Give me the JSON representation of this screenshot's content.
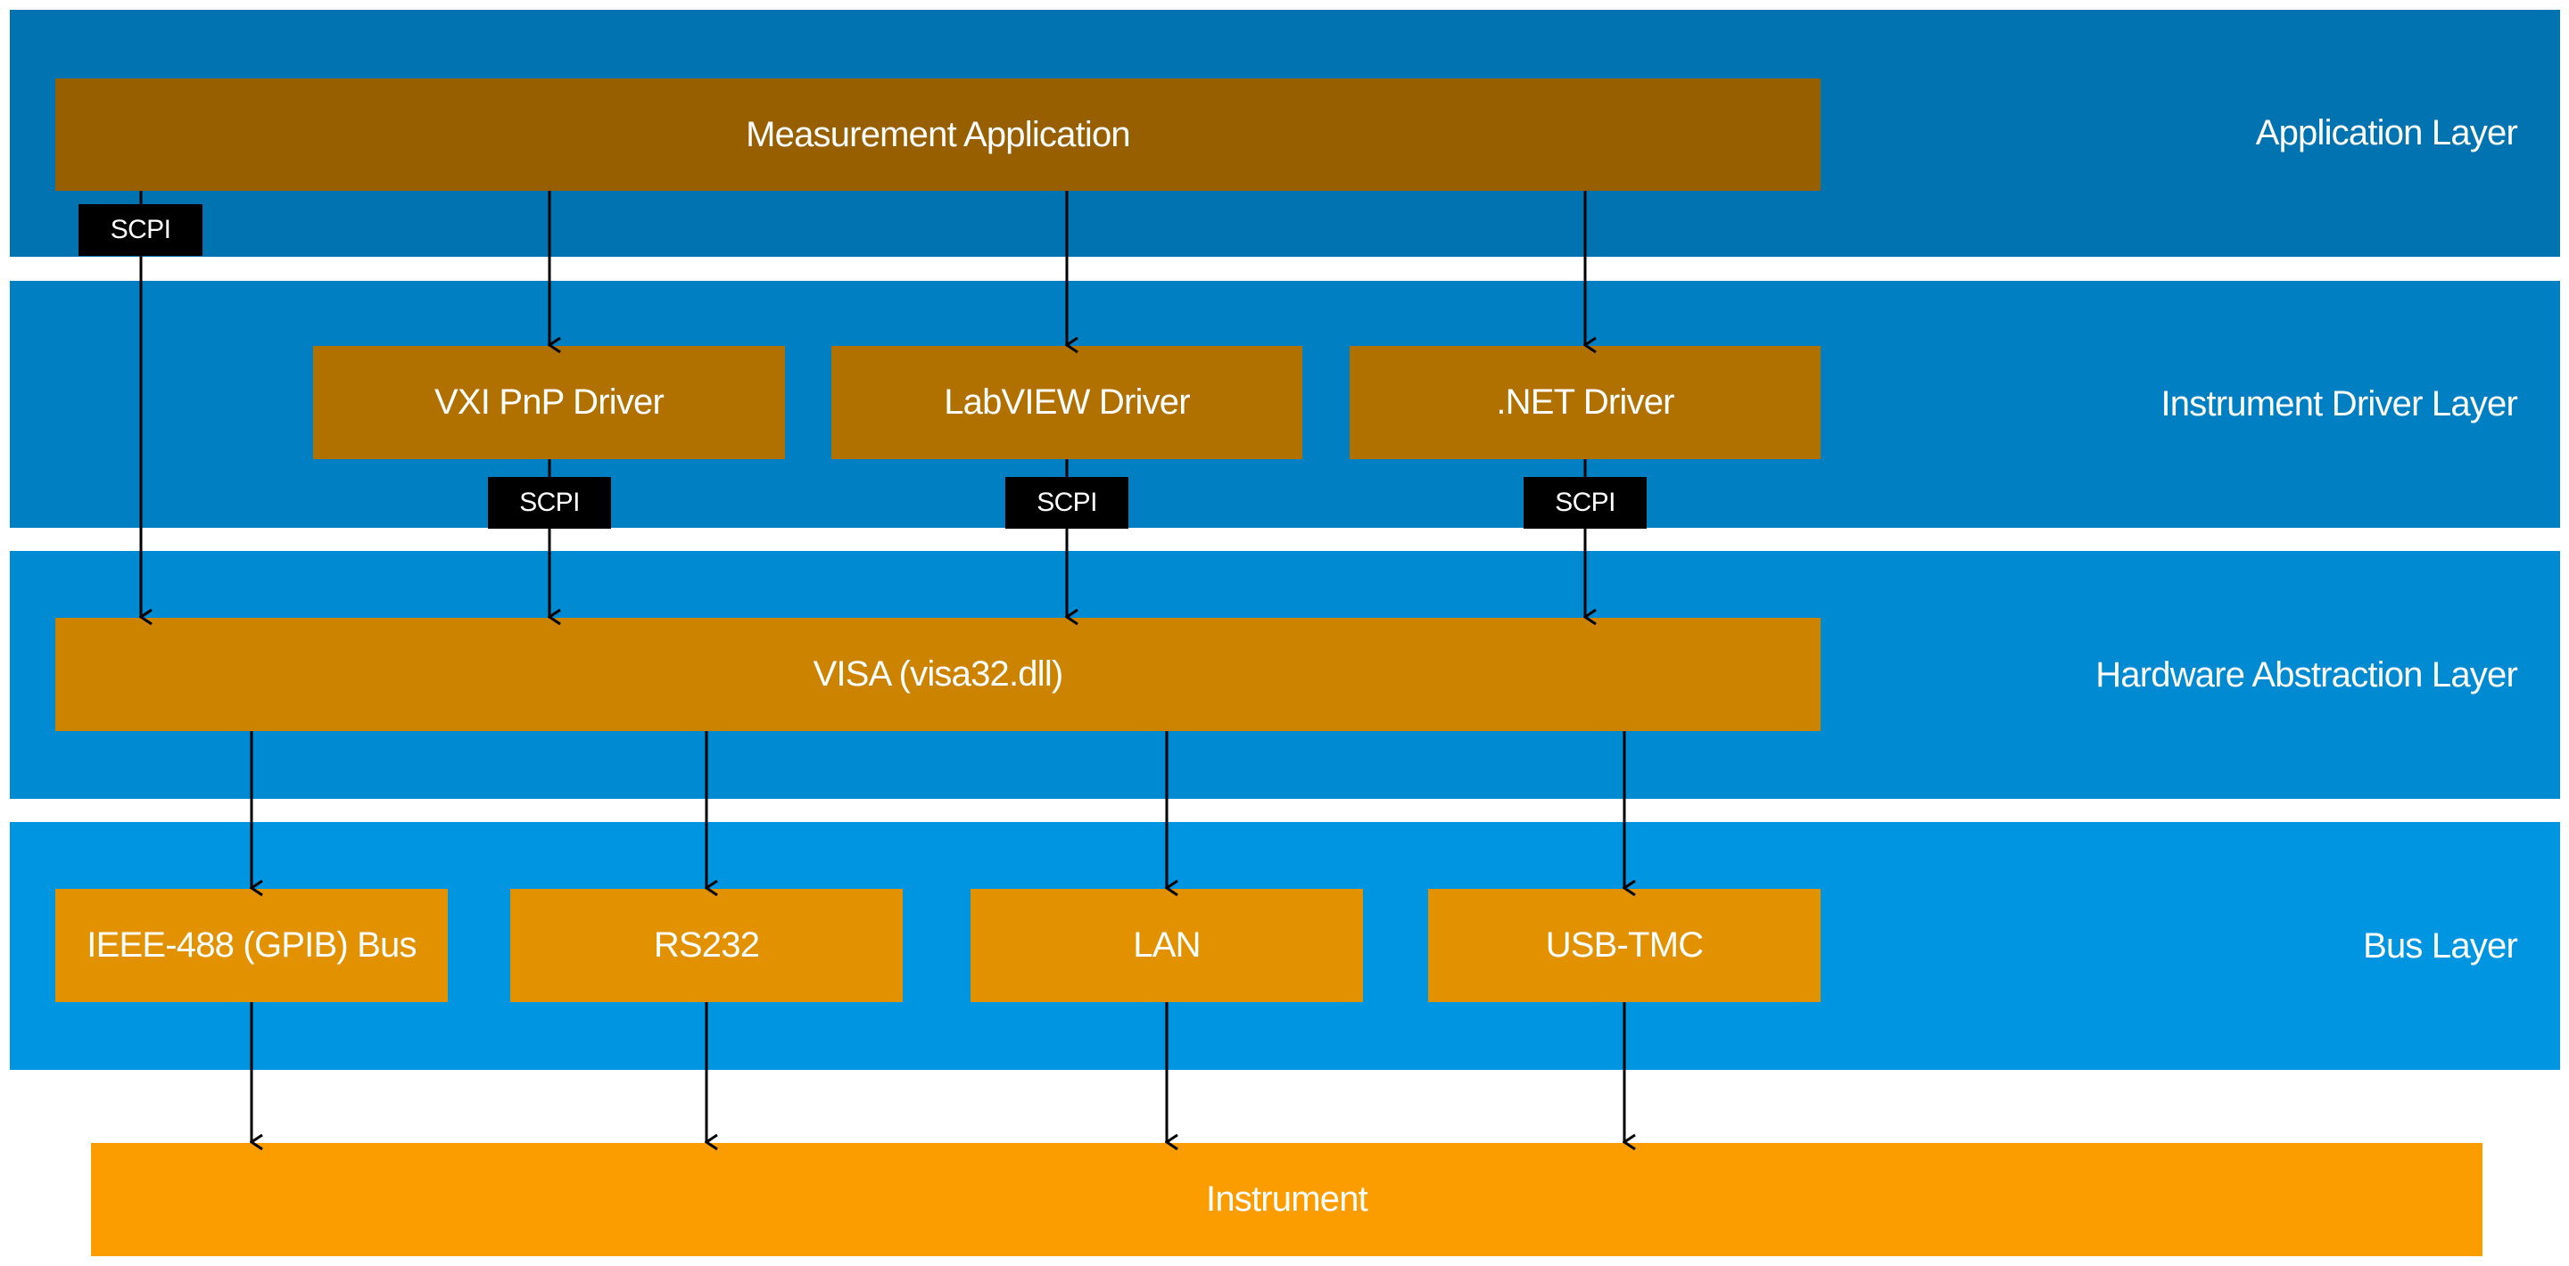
{
  "colors": {
    "application_band": "#0073b0",
    "driver_band": "#0080c2",
    "abstraction_band": "#008ad2",
    "bus_band": "#0095e1",
    "application_box": "#985f00",
    "driver_box": "#b17100",
    "visa_box": "#cc8300",
    "bus_box": "#e29200",
    "instrument_box": "#fb9d00",
    "arrow": "#000000",
    "scpi_tag": "#000000",
    "text": "#ffffff"
  },
  "layers": {
    "application": "Application Layer",
    "driver": "Instrument Driver Layer",
    "abstraction": "Hardware Abstraction Layer",
    "bus": "Bus Layer"
  },
  "boxes": {
    "measurement_application": "Measurement Application",
    "vxi_pnp_driver": "VXI PnP Driver",
    "labview_driver": "LabVIEW Driver",
    "dotnet_driver": ".NET Driver",
    "visa": "VISA (visa32.dll)",
    "gpib_bus": "IEEE-488 (GPIB) Bus",
    "rs232": "RS232",
    "lan": "LAN",
    "usb_tmc": "USB-TMC",
    "instrument": "Instrument"
  },
  "tags": {
    "scpi": "SCPI"
  }
}
